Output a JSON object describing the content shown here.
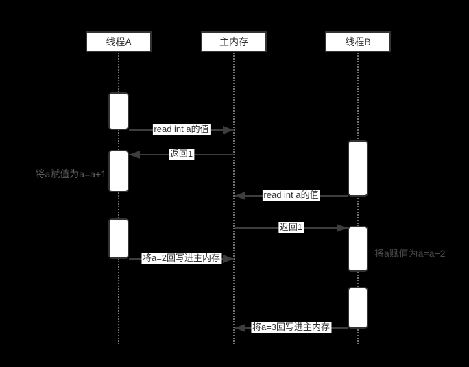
{
  "diagram": {
    "type": "sequence-diagram",
    "title": "",
    "actors": [
      {
        "label": "线程A"
      },
      {
        "label": "主内存"
      },
      {
        "label": "线程B"
      }
    ],
    "messages": [
      {
        "label": "read int a的值",
        "from": "线程A",
        "to": "主内存",
        "direction": "right"
      },
      {
        "label": "返回1",
        "from": "主内存",
        "to": "线程A",
        "direction": "left"
      },
      {
        "label": "read int a的值",
        "from": "线程B",
        "to": "主内存",
        "direction": "left"
      },
      {
        "label": "返回1",
        "from": "主内存",
        "to": "线程B",
        "direction": "right"
      },
      {
        "label": "将a=2回写进主内存",
        "from": "线程A",
        "to": "主内存",
        "direction": "right"
      },
      {
        "label": "将a=3回写进主内存",
        "from": "线程B",
        "to": "主内存",
        "direction": "left"
      }
    ],
    "notes": [
      {
        "label": "将a赋值为a=a+1",
        "actor": "线程A",
        "side": "left"
      },
      {
        "label": "将a赋值为a=a+2",
        "actor": "线程B",
        "side": "right"
      }
    ],
    "colors": {
      "background": "#000000",
      "box_fill": "#ffffff",
      "box_border": "#333333",
      "message_line": "#3d3d3d",
      "label_text": "#333333",
      "lifeline": "#6f6f6f",
      "note_text_left": "#5e5e5e",
      "note_text_right": "#4b4b4b"
    }
  }
}
